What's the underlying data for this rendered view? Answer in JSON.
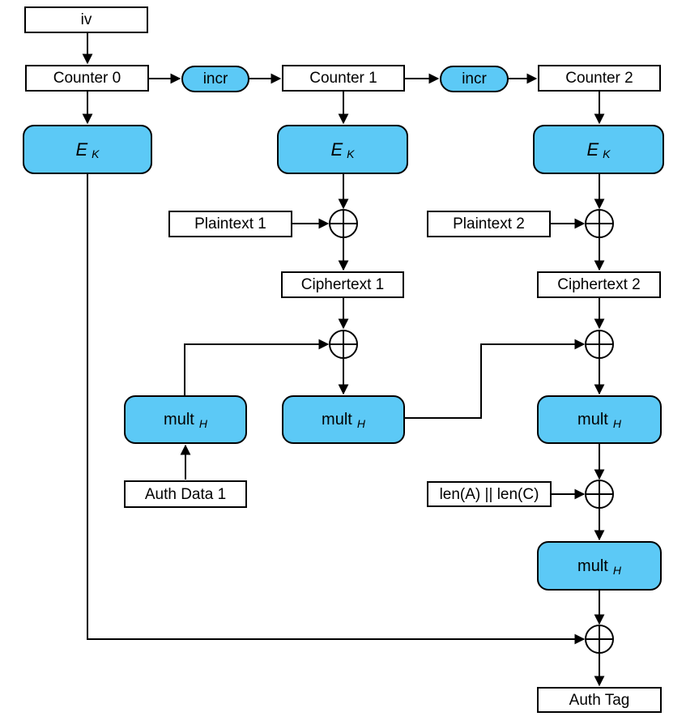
{
  "colors": {
    "node_fill": "#5cc9f6",
    "node_stroke": "#000000",
    "box_fill": "#ffffff",
    "wire": "#000000",
    "background": "#ffffff"
  },
  "nodes": {
    "iv": {
      "label": "iv"
    },
    "counter0": {
      "label": "Counter 0"
    },
    "counter1": {
      "label": "Counter 1"
    },
    "counter2": {
      "label": "Counter 2"
    },
    "incr": {
      "label": "incr"
    },
    "ek": {
      "main": "E",
      "sub": "K"
    },
    "plaintext1": {
      "label": "Plaintext 1"
    },
    "plaintext2": {
      "label": "Plaintext 2"
    },
    "ciphertext1": {
      "label": "Ciphertext 1"
    },
    "ciphertext2": {
      "label": "Ciphertext 2"
    },
    "mult": {
      "main": "mult",
      "sub": "H"
    },
    "authdata1": {
      "label": "Auth Data 1"
    },
    "len_concat": {
      "label": "len(A) || len(C)"
    },
    "authtag": {
      "label": "Auth Tag"
    }
  }
}
